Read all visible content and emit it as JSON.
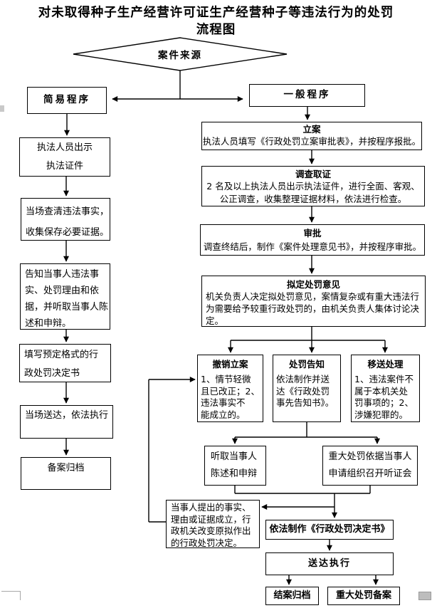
{
  "page": {
    "title_line1": "对未取得种子生产经营许可证生产经营种子等违法行为的处罚",
    "title_line2": "流程图"
  },
  "nodes": {
    "case_source": {
      "label": "案件来源"
    },
    "simple_procedure": {
      "label": "简易程序"
    },
    "general_procedure": {
      "label": "一般程序"
    },
    "show_credentials": {
      "text": "执法人员出示\n执法证件"
    },
    "verify_facts": {
      "text": "当场查清违法事实，\n收集保存必要证据。"
    },
    "inform_party": {
      "text": "告知当事人违法事\n实、处罚理由和依\n据，并听取当事人陈\n述和申辩。"
    },
    "fill_decision": {
      "text": "填写预定格式的行\n政处罚决定书"
    },
    "serve_onsite": {
      "text": "当场送达，依法执行"
    },
    "file_record": {
      "text": "备案归档"
    },
    "case_filing": {
      "title": "立案",
      "text": "执法人员填写《行政处罚立案审批表》，并按程序报批。"
    },
    "investigation": {
      "title": "调查取证",
      "text": "2 名及以上执法人员出示执法证件，进行全面、客观、\n公正调查，收集整理证据材料，依法进行检查。"
    },
    "approval": {
      "title": "审批",
      "text": "调查终结后，制作《案件处理意见书》，并按程序审批。"
    },
    "draft_penalty": {
      "title": "拟定处罚意见",
      "text": "机关负责人决定拟处罚意见，案情复杂或有重大违法行\n为需要给予较重行政处罚的，由机关负责人集体讨论决\n定。"
    },
    "cancel_case": {
      "title": "撤销立案",
      "text": "1、情节轻微\n且已改正；2、\n违法事实不\n能成立的。"
    },
    "penalty_notice": {
      "title": "处罚告知",
      "text": "依法制作并送\n达《行政处罚\n事先告知书》。"
    },
    "transfer_case": {
      "title": "移送处理",
      "text": "1、违法案件不\n属于本机关处\n罚事项的；2、\n涉嫌犯罪的。"
    },
    "hear_statement": {
      "text": "听取当事人\n陈述和申辩"
    },
    "hearing": {
      "text": "重大处罚依据当事人\n申请组织召开听证会"
    },
    "party_claims": {
      "text": "当事人提出的事实、\n理由或证据成立，行\n政机关改变原拟作出\n的行政处罚决定。"
    },
    "make_decision": {
      "text": "依法制作《行政处罚决定书》"
    },
    "serve_execute": {
      "text": "送达执行"
    },
    "close_archive": {
      "text": "结案归档"
    },
    "major_penalty_record": {
      "text": "重大处罚备案"
    }
  },
  "colors": {
    "line": "#000000",
    "background": "#ffffff",
    "artifact_gray": "#bdbdbd"
  }
}
